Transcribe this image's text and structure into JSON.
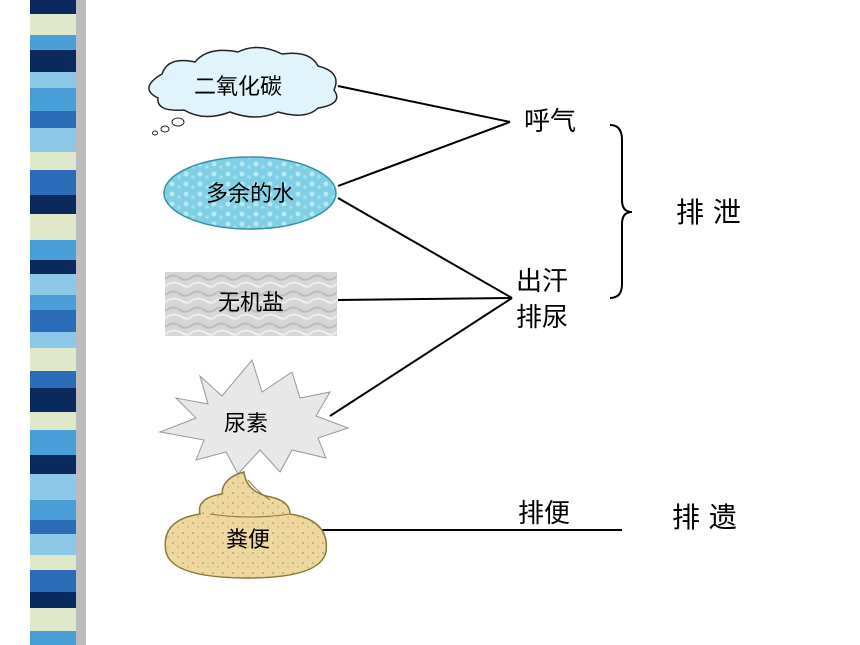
{
  "items": {
    "co2": "二氧化碳",
    "water": "多余的水",
    "salt": "无机盐",
    "urea": "尿素",
    "feces": "粪便"
  },
  "processes": {
    "breath": "呼气",
    "sweat": "出汗",
    "urine": "排尿",
    "defecation": "排便"
  },
  "categories": {
    "excretion": "排 泄",
    "egestion": "排 遗"
  },
  "colors": {
    "cloud_fill": "#dff4fb",
    "water_fill": "#7fd0e4",
    "salt_fill": "#d4d4d4",
    "urea_fill": "#e8e8e8",
    "feces_fill": "#eed7a0"
  }
}
